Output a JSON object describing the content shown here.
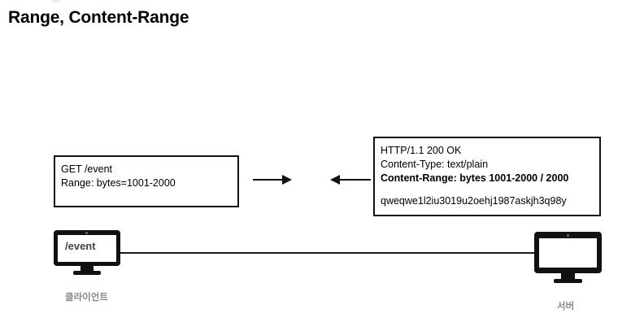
{
  "slide": {
    "title": "Range, Content-Range"
  },
  "request_message": {
    "name": "http-request",
    "lines": [
      {
        "text": "GET /event",
        "bold": false
      },
      {
        "text": "Range: bytes=1001-2000",
        "bold": false
      }
    ]
  },
  "response_message": {
    "name": "http-response",
    "lines": [
      {
        "text": "HTTP/1.1 200 OK",
        "bold": false
      },
      {
        "text": "Content-Type: text/plain",
        "bold": false
      },
      {
        "text": "Content-Range: bytes 1001-2000 / 2000",
        "bold": true
      },
      {
        "text": "",
        "bold": false
      },
      {
        "text": "qweqwe1l2iu3019u2oehj1987askjh3q98y",
        "bold": false
      }
    ]
  },
  "arrows": {
    "request_direction": "right-arrow-icon",
    "response_direction": "left-arrow-icon"
  },
  "client": {
    "screen_text": "/event",
    "label": "클라이언트"
  },
  "server": {
    "screen_text": "",
    "label": "서버"
  },
  "colors": {
    "ink": "#111111",
    "background": "#ffffff",
    "label_gray": "#8a8a8a",
    "screen_text_gray": "#3d4450"
  }
}
